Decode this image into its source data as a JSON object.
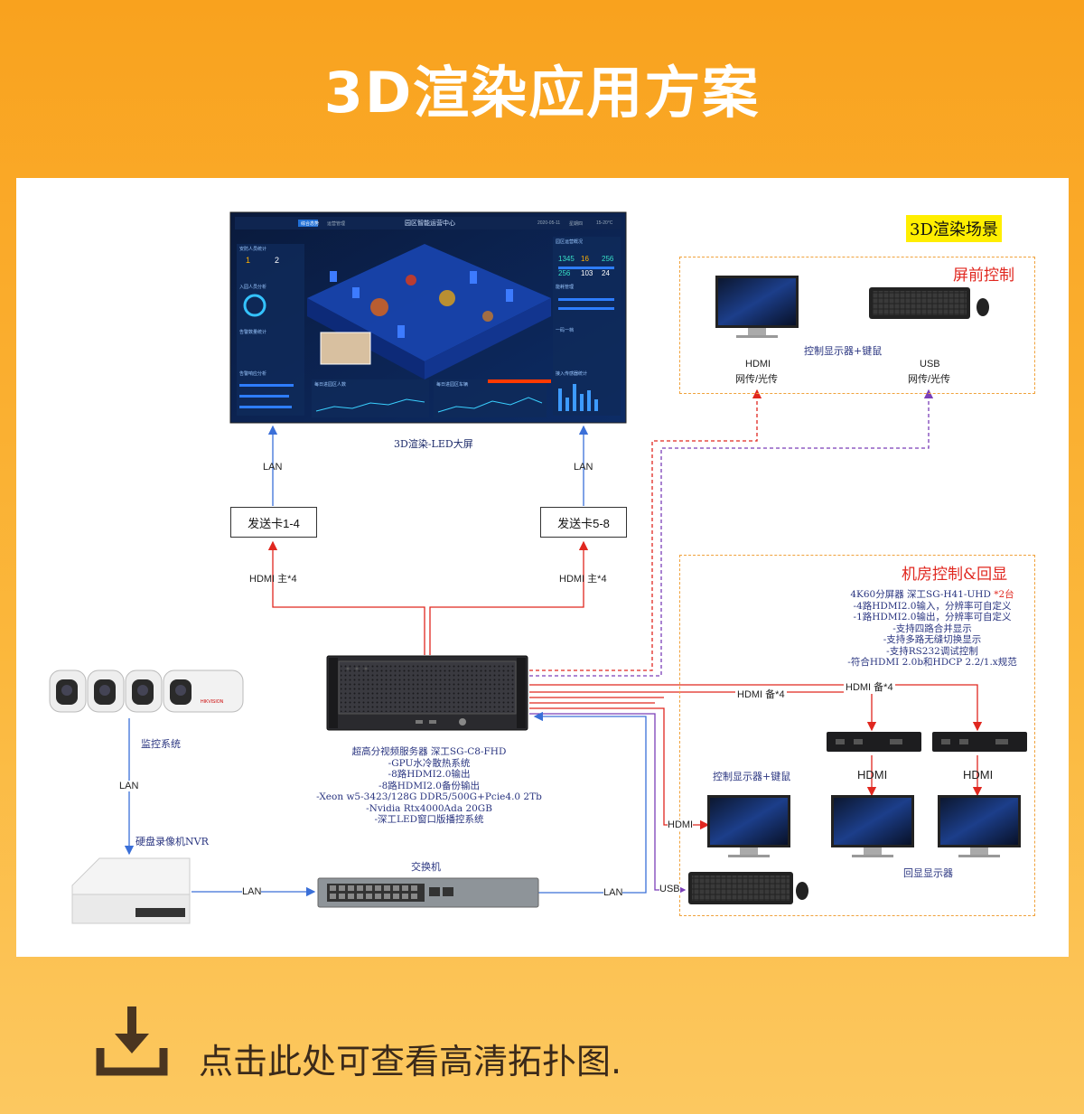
{
  "header": {
    "title": "3D渲染应用方案"
  },
  "diagram": {
    "scene_badge": "3D渲染场景",
    "led_caption": "3D渲染-LED大屏",
    "led_screen": {
      "title": "园区智能运营中心",
      "tab_active": "综合态势",
      "tab_other": "运营管理",
      "date": "2020-05-11",
      "weekday": "星期四",
      "temp": "15-20°C",
      "stats": [
        "1",
        "2",
        "1345",
        "16",
        "256",
        "256",
        "103",
        "24"
      ],
      "left_panels": [
        "安防人员统计",
        "入园人员分析",
        "告警数量统计",
        "告警响应分析"
      ],
      "bottom_panels": [
        "每日进园区人数",
        "每日进园区车辆"
      ],
      "right_panels": [
        "园区运营概况",
        "能耗管理",
        "一码一档",
        "接入传感器统计"
      ]
    },
    "lan_left": "LAN",
    "lan_right": "LAN",
    "card_left": "发送卡1-4",
    "card_right": "发送卡5-8",
    "hdmi_main_left": "HDMI 主*4",
    "hdmi_main_right": "HDMI 主*4",
    "front_control": {
      "title": "屏前控制",
      "monitor_caption": "控制显示器+键鼠",
      "hdmi_label": "HDMI",
      "hdmi_sub": "网传/光传",
      "usb_label": "USB",
      "usb_sub": "网传/光传"
    },
    "room_control": {
      "title": "机房控制&回显",
      "splitter_specs": {
        "line1": "4K60分屏器 深工SG-H41-UHD",
        "line1_red": "*2台",
        "items": [
          "-4路HDMI2.0输入，分辨率可自定义",
          "-1路HDMI2.0输出，分辨率可自定义",
          "-支持四路合并显示",
          "-支持多路无缝切换显示",
          "-支持RS232调试控制",
          "-符合HDMI 2.0b和HDCP 2.2/1.x规范"
        ]
      },
      "hdmi_spare_1": "HDMI 备*4",
      "hdmi_spare_2": "HDMI 备*4",
      "splitter_hdmi_1": "HDMI",
      "splitter_hdmi_2": "HDMI",
      "monitor_caption": "控制显示器+键鼠",
      "playback_caption": "回显显示器",
      "hdmi_in": "HDMI",
      "usb_in": "USB"
    },
    "server": {
      "specs": [
        "超高分视频服务器 深工SG-C8-FHD",
        "-GPU水冷散热系统",
        "-8路HDMI2.0输出",
        "-8路HDMI2.0备份输出",
        "-Xeon w5-3423/128G DDR5/500G+Pcie4.0 2Tb",
        "-Nvidia Rtx4000Ada 20GB",
        "-深工LED窗口版播控系统"
      ]
    },
    "cameras_caption": "监控系统",
    "lan_camera": "LAN",
    "nvr_caption": "硬盘录像机NVR",
    "lan_nvr": "LAN",
    "switch_caption": "交换机",
    "lan_switch": "LAN",
    "camera_brand": "HIKVISION"
  },
  "footer": {
    "text": "点击此处可查看高清拓扑图."
  },
  "colors": {
    "orange": "#f9a21e",
    "red_line": "#e0271f",
    "blue_line": "#3a6fd8",
    "purple_line": "#7b3fb8",
    "dash_border": "#f0a23c"
  }
}
